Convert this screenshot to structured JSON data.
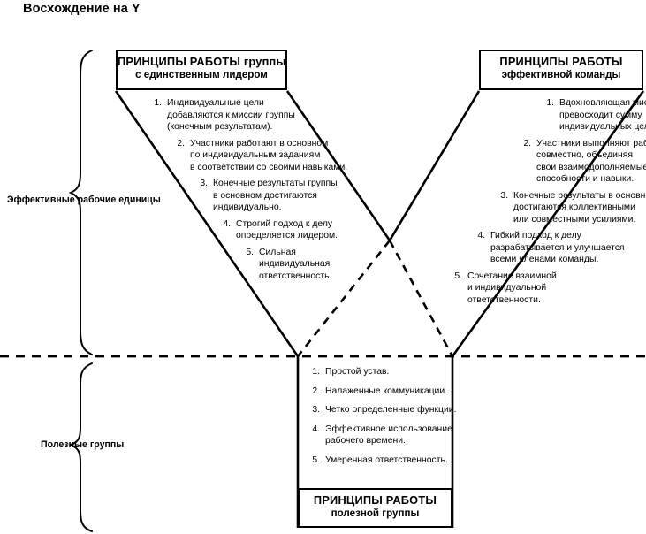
{
  "title": "Восхождение на Y",
  "colors": {
    "ink": "#000000",
    "paper": "#ffffff"
  },
  "braces": {
    "upper_label": "Эффективные рабочие единицы",
    "lower_label": "Полезные группы"
  },
  "left_panel": {
    "header_line1": "ПРИНЦИПЫ РАБОТЫ группы",
    "header_line2": "с единственным лидером",
    "items": [
      {
        "num": "1.",
        "lines": [
          "Индивидуальные цели",
          "добавляются к миссии группы",
          "(конечным результатам)."
        ]
      },
      {
        "num": "2.",
        "lines": [
          "Участники работают в основном",
          "по индивидуальным заданиям",
          "в соответствии со своими навыками."
        ]
      },
      {
        "num": "3.",
        "lines": [
          "Конечные результаты группы",
          "в основном достигаются",
          "индивидуально."
        ]
      },
      {
        "num": "4.",
        "lines": [
          "Строгий подход к делу",
          "определяется лидером."
        ]
      },
      {
        "num": "5.",
        "lines": [
          "Сильная",
          "индивидуальная",
          "ответственность."
        ]
      }
    ]
  },
  "right_panel": {
    "header_line1": "ПРИНЦИПЫ РАБОТЫ",
    "header_line2": "эффективной команды",
    "items": [
      {
        "num": "1.",
        "lines": [
          "Вдохновляющая миссия",
          "превосходит сумму",
          "индивидуальных целей."
        ]
      },
      {
        "num": "2.",
        "lines": [
          "Участники выполняют работу",
          "совместно, объединяя",
          "свои взаимодополняемые",
          "способности и навыки."
        ]
      },
      {
        "num": "3.",
        "lines": [
          "Конечные результаты в основном",
          "достигаются коллективными",
          "или совместными усилиями."
        ]
      },
      {
        "num": "4.",
        "lines": [
          "Гибкий подход к делу",
          "разрабатывается и улучшается",
          "всеми членами команды."
        ]
      },
      {
        "num": "5.",
        "lines": [
          "Сочетание взаимной",
          "и индивидуальной",
          "ответственности."
        ]
      }
    ]
  },
  "bottom_panel": {
    "header_line1": "ПРИНЦИПЫ РАБОТЫ",
    "header_line2": "полезной группы",
    "items": [
      {
        "num": "1.",
        "lines": [
          "Простой устав."
        ]
      },
      {
        "num": "2.",
        "lines": [
          "Налаженные коммуникации."
        ]
      },
      {
        "num": "3.",
        "lines": [
          "Четко определенные функции."
        ]
      },
      {
        "num": "4.",
        "lines": [
          "Эффективное использование",
          "рабочего времени."
        ]
      },
      {
        "num": "5.",
        "lines": [
          "Умеренная ответственность."
        ]
      }
    ]
  }
}
